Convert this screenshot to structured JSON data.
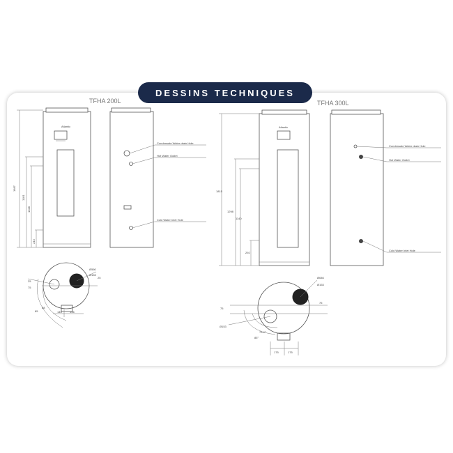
{
  "header": {
    "title": "DESSINS TECHNIQUES",
    "banner_color": "#1b2a4a"
  },
  "models": [
    {
      "name": "TFHA 200L",
      "front_brand": "Atlantic",
      "labels": {
        "condensate": "Condensate Water drain Hole",
        "hot": "Hot Water Outlet",
        "cold": "Cold Water Inlet Hole"
      },
      "dims": {
        "total": "1687",
        "d1": "1181",
        "d2": "1048",
        "d3": "243"
      },
      "top": {
        "d_outer": "Ø560",
        "d_inner": "Ø153",
        "a": "25",
        "b": "75",
        "c": "146",
        "d": "146",
        "e": "25",
        "f": "88",
        "g": "85"
      }
    },
    {
      "name": "TFHA 300L",
      "front_brand": "Atlantic",
      "labels": {
        "condensate": "Condensate Water drain Hole",
        "hot": "Hot Water Outlet",
        "cold": "Cold Water Inlet Hole"
      },
      "dims": {
        "total": "1815",
        "d1": "1298",
        "d2": "1140",
        "d3": "292"
      },
      "top": {
        "d_outer": "Ø646",
        "d_inner": "Ø153",
        "d_side": "Ø153",
        "a": "75",
        "b": "75",
        "c": "175",
        "d": "175",
        "angle1": "73.4°",
        "angle2": "85°"
      }
    }
  ]
}
